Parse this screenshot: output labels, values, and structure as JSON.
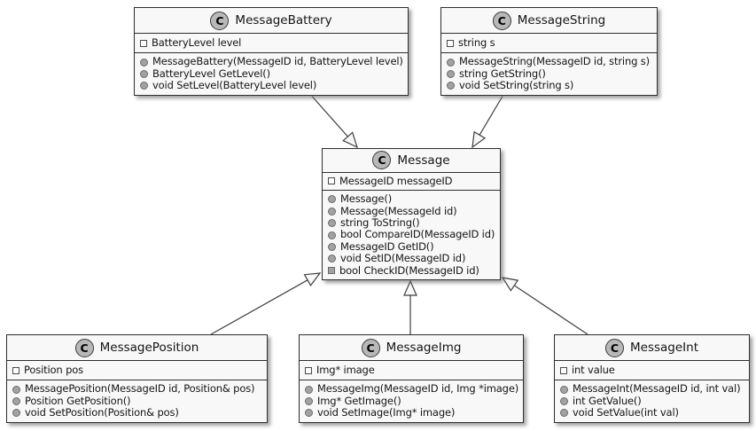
{
  "diagram": {
    "type": "uml-class-diagram",
    "class_icon_letter": "C",
    "colors": {
      "background": "#ffffff",
      "box_fill": "#f8f8f8",
      "box_border": "#2e2e2e",
      "class_icon_fill": "#b8b8b8",
      "member_icon_fill": "#a2a2a2",
      "relation_line": "#3f3f3f",
      "text": "#141414"
    },
    "classes": [
      {
        "name": "MessageBattery",
        "stereotype": "class",
        "fields": [
          {
            "visibility": "field",
            "text": "BatteryLevel level"
          }
        ],
        "methods": [
          {
            "visibility": "public",
            "text": "MessageBattery(MessageID id, BatteryLevel level)"
          },
          {
            "visibility": "public",
            "text": "BatteryLevel GetLevel()"
          },
          {
            "visibility": "public",
            "text": "void SetLevel(BatteryLevel level)"
          }
        ]
      },
      {
        "name": "MessageString",
        "stereotype": "class",
        "fields": [
          {
            "visibility": "field",
            "text": "string s"
          }
        ],
        "methods": [
          {
            "visibility": "public",
            "text": "MessageString(MessageID id, string s)"
          },
          {
            "visibility": "public",
            "text": "string GetString()"
          },
          {
            "visibility": "public",
            "text": "void SetString(string s)"
          }
        ]
      },
      {
        "name": "Message",
        "stereotype": "class",
        "fields": [
          {
            "visibility": "field",
            "text": "MessageID messageID"
          }
        ],
        "methods": [
          {
            "visibility": "public",
            "text": "Message()"
          },
          {
            "visibility": "public",
            "text": "Message(MessageId id)"
          },
          {
            "visibility": "public",
            "text": "string ToString()"
          },
          {
            "visibility": "public",
            "text": "bool CompareID(MessageID id)"
          },
          {
            "visibility": "public",
            "text": "MessageID GetID()"
          },
          {
            "visibility": "public",
            "text": "void SetID(MessageID id)"
          },
          {
            "visibility": "private",
            "text": "bool CheckID(MessageID id)"
          }
        ]
      },
      {
        "name": "MessagePosition",
        "stereotype": "class",
        "fields": [
          {
            "visibility": "field",
            "text": "Position pos"
          }
        ],
        "methods": [
          {
            "visibility": "public",
            "text": "MessagePosition(MessageID id, Position& pos)"
          },
          {
            "visibility": "public",
            "text": "Position GetPosition()"
          },
          {
            "visibility": "public",
            "text": "void SetPosition(Position& pos)"
          }
        ]
      },
      {
        "name": "MessageImg",
        "stereotype": "class",
        "fields": [
          {
            "visibility": "field",
            "text": "Img* image"
          }
        ],
        "methods": [
          {
            "visibility": "public",
            "text": "MessageImg(MessageID id, Img *image)"
          },
          {
            "visibility": "public",
            "text": "Img* GetImage()"
          },
          {
            "visibility": "public",
            "text": "void SetImage(Img* image)"
          }
        ]
      },
      {
        "name": "MessageInt",
        "stereotype": "class",
        "fields": [
          {
            "visibility": "field",
            "text": "int value"
          }
        ],
        "methods": [
          {
            "visibility": "public",
            "text": "MessageInt(MessageID id, int val)"
          },
          {
            "visibility": "public",
            "text": "int GetValue()"
          },
          {
            "visibility": "public",
            "text": "void SetValue(int val)"
          }
        ]
      }
    ],
    "relations": [
      {
        "from": "MessageBattery",
        "to": "Message",
        "type": "inheritance"
      },
      {
        "from": "MessageString",
        "to": "Message",
        "type": "inheritance"
      },
      {
        "from": "MessagePosition",
        "to": "Message",
        "type": "inheritance"
      },
      {
        "from": "MessageImg",
        "to": "Message",
        "type": "inheritance"
      },
      {
        "from": "MessageInt",
        "to": "Message",
        "type": "inheritance"
      }
    ]
  }
}
